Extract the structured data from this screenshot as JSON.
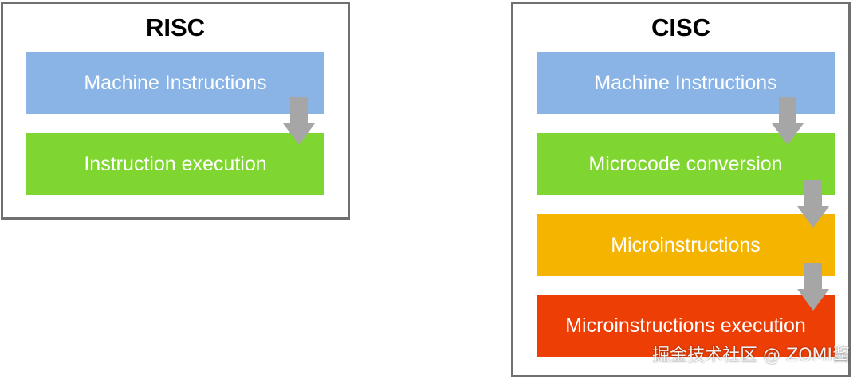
{
  "risc": {
    "title": "RISC",
    "steps": [
      {
        "label": "Machine Instructions",
        "color": "#8ab4e6"
      },
      {
        "label": "Instruction execution",
        "color": "#7fd630"
      }
    ]
  },
  "cisc": {
    "title": "CISC",
    "steps": [
      {
        "label": "Machine Instructions",
        "color": "#8ab4e6"
      },
      {
        "label": "Microcode conversion",
        "color": "#7fd630"
      },
      {
        "label": "Microinstructions",
        "color": "#f5b400"
      },
      {
        "label": "Microinstructions execution",
        "color": "#ec3e05"
      }
    ]
  },
  "arrow_color": "#a6a6a6",
  "watermark": "掘金技术社区 @ ZOMI酱"
}
